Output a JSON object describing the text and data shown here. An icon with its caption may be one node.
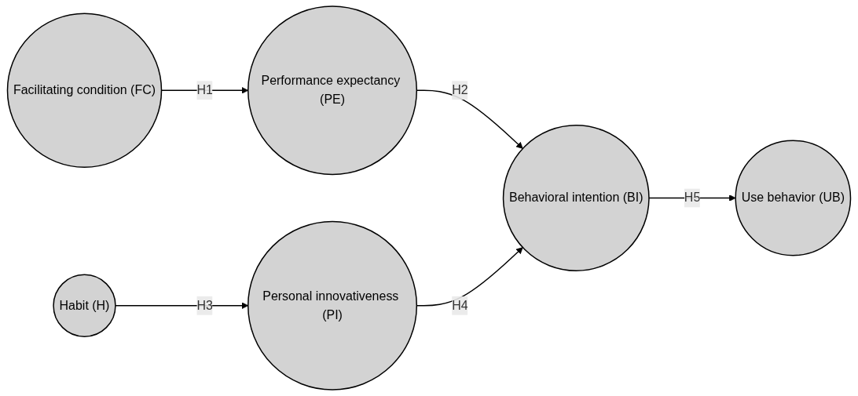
{
  "diagram": {
    "nodes": [
      {
        "text": [
          "Facilitating condition (FC)"
        ]
      },
      {
        "text": [
          "Performance expectancy (PE)"
        ]
      },
      {
        "text": [
          "Habit (H)"
        ]
      },
      {
        "text": [
          "Personal innovativeness (PI)"
        ]
      },
      {
        "text": [
          "Behavioral intention (BI)"
        ]
      },
      {
        "text": [
          "Use behavior (UB)"
        ]
      }
    ],
    "edges": [
      {
        "from": 0,
        "to": 1,
        "arrow": "to",
        "label": "H1"
      },
      {
        "from": 1,
        "to": 4,
        "arrow": "to",
        "label": "H2"
      },
      {
        "from": 2,
        "to": 3,
        "arrow": "to",
        "label": "H3"
      },
      {
        "from": 3,
        "to": 4,
        "arrow": "to",
        "label": "H4"
      },
      {
        "from": 4,
        "to": 5,
        "arrow": "to",
        "label": "H5"
      }
    ]
  }
}
